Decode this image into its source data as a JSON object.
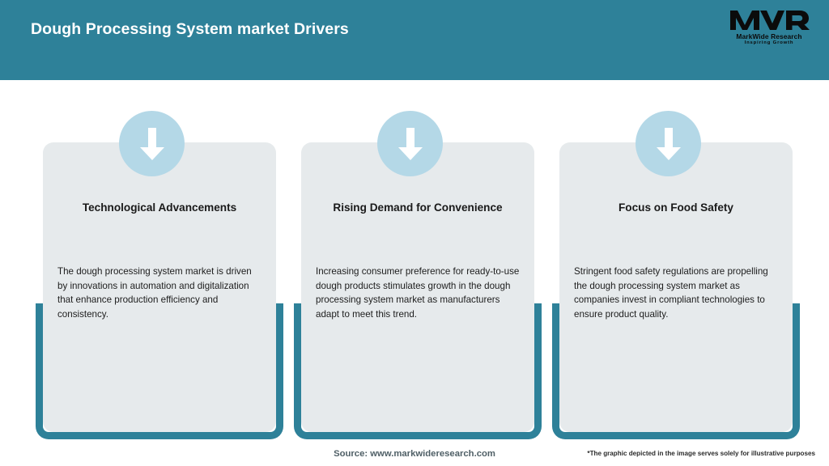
{
  "header": {
    "title": "Dough Processing System market Drivers",
    "background_color": "#2e8199",
    "title_color": "#ffffff"
  },
  "logo": {
    "mark_text": "MWR",
    "name": "MarkWide Research",
    "tagline": "Inspiring Growth"
  },
  "theme": {
    "teal": "#2e8199",
    "light_blue": "#b4d8e7",
    "card_grey": "#e6eaec",
    "text_dark": "#1a1a1a"
  },
  "cards": [
    {
      "icon": "arrow-down-icon",
      "title": "Technological Advancements",
      "body": "The dough processing system market is driven by innovations in automation and digitalization that enhance production efficiency and consistency."
    },
    {
      "icon": "arrow-down-icon",
      "title": "Rising Demand for Convenience",
      "body": "Increasing consumer preference for ready-to-use dough products stimulates growth in the dough processing system market as manufacturers adapt to meet this trend."
    },
    {
      "icon": "arrow-down-icon",
      "title": "Focus on Food Safety",
      "body": "Stringent food safety regulations are propelling the dough processing system market as companies invest in compliant technologies to ensure product quality."
    }
  ],
  "footer": {
    "source": "Source: www.markwideresearch.com",
    "disclaimer": "*The graphic depicted in the image serves solely for illustrative purposes"
  }
}
